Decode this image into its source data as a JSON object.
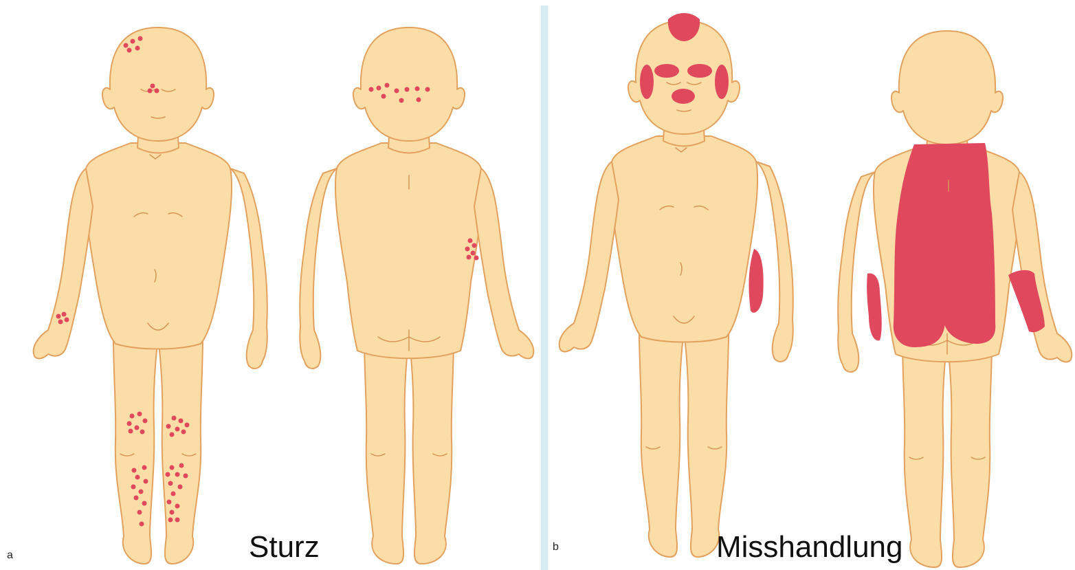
{
  "panels": [
    {
      "letter": "a",
      "caption": "Sturz"
    },
    {
      "letter": "b",
      "caption": "Misshandlung"
    }
  ],
  "colors": {
    "background": "#ffffff",
    "skin": "#FBDDA8",
    "skin_outline": "#E2A15E",
    "injury": "#E0485E",
    "divider": "#D6ECF2"
  }
}
